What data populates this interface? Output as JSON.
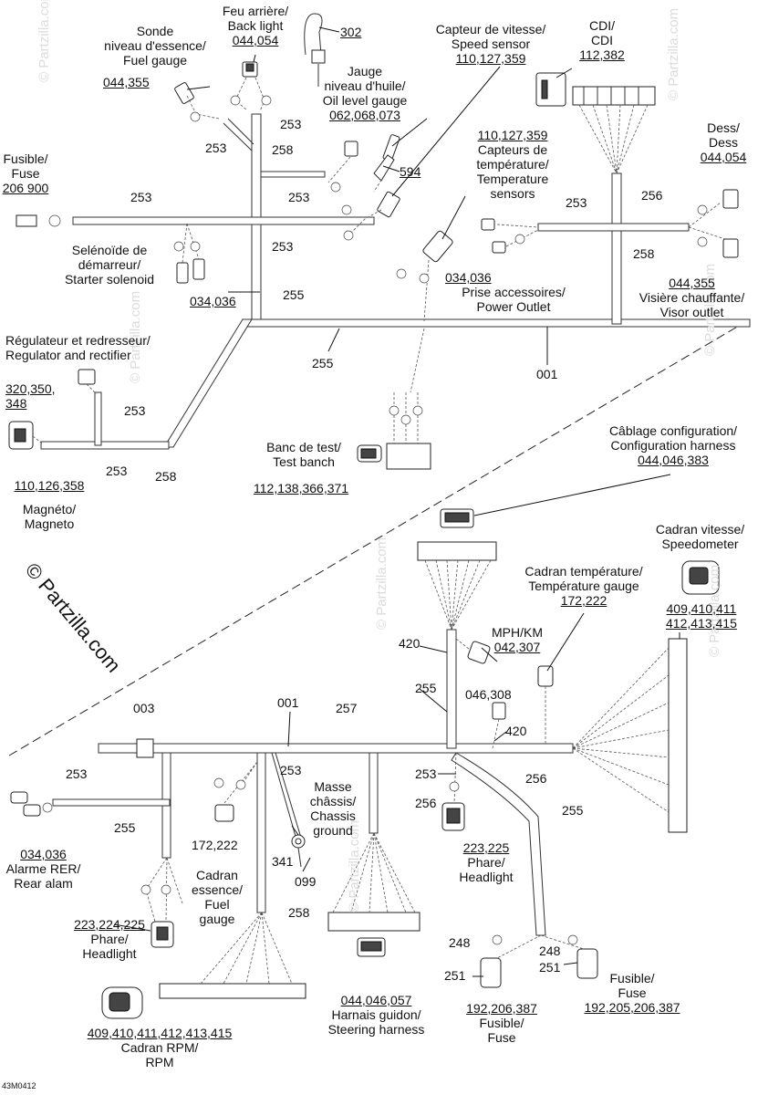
{
  "drawing_code": "43M0412",
  "watermark": "© Partzilla.com",
  "labels": {
    "fuel_gauge": {
      "line1": "Sonde",
      "line2": "niveau d'essence/",
      "line3": "Fuel gauge",
      "refs": "044,355"
    },
    "back_light": {
      "line1": "Feu arrière/",
      "line2": "Back light",
      "refs": "044,054"
    },
    "ref_302": "302",
    "oil_gauge": {
      "line1": "Jauge",
      "line2": "niveau d'huile/",
      "line3": "Oil level gauge",
      "refs": "062,068,073"
    },
    "speed_sensor": {
      "line1": "Capteur de vitesse/",
      "line2": "Speed sensor",
      "refs": "110,127,359"
    },
    "cdi": {
      "line1": "CDI/",
      "line2": "CDI",
      "refs": "112,382"
    },
    "fuse_top": {
      "line1": "Fusible/",
      "line2": "Fuse",
      "refs": "206 900"
    },
    "temp_sensors": {
      "refs": "110,127,359",
      "line1": "Capteurs de",
      "line2": "température/",
      "line3": "Temperature",
      "line4": "sensors"
    },
    "dess": {
      "line1": "Dess/",
      "line2": "Dess",
      "refs": "044,054"
    },
    "ref_594": "594",
    "starter": {
      "line1": "Selénoïde de",
      "line2": "démarreur/",
      "line3": "Starter solenoid",
      "refs": "034,036"
    },
    "power_outlet": {
      "refs": "034,036",
      "line1": "Prise accessoires/",
      "line2": "Power Outlet"
    },
    "visor": {
      "refs": "044,355",
      "line1": "Visière chauffante/",
      "line2": "Visor outlet"
    },
    "regulator": {
      "line1": "Régulateur et redresseur/",
      "line2": "Regulator and rectifier",
      "refs1": "320,350,",
      "refs2": "348"
    },
    "magneto": {
      "refs": "110,126,358",
      "line1": "Magnéto/",
      "line2": "Magneto"
    },
    "test_bench": {
      "line1": "Banc de test/",
      "line2": "Test banch",
      "refs": "112,138,366,371"
    },
    "config_harness": {
      "line1": "Câblage configuration/",
      "line2": "Configuration harness",
      "refs": "044,046,383"
    },
    "speedometer": {
      "line1": "Cadran vitesse/",
      "line2": "Speedometer",
      "refs1": "409,410,411",
      "refs2": "412,413,415"
    },
    "temp_gauge": {
      "line1": "Cadran température/",
      "line2": "Température gauge",
      "refs": "172,222"
    },
    "mph_km": {
      "line1": "MPH/KM",
      "refs": "042,307"
    },
    "rear_alarm": {
      "refs": "034,036",
      "line1": "Alarme RER/",
      "line2": "Rear alam"
    },
    "chassis_ground": {
      "line1": "Masse",
      "line2": "châssis/",
      "line3": "Chassis",
      "line4": "ground"
    },
    "headlight_left": {
      "refs": "223,224,225",
      "line1": "Phare/",
      "line2": "Headlight"
    },
    "headlight_right": {
      "refs": "223,225",
      "line1": "Phare/",
      "line2": "Headlight"
    },
    "fuel_dial": {
      "line1": "Cadran",
      "line2": "essence/",
      "line3": "Fuel",
      "line4": "gauge"
    },
    "rpm": {
      "refs": "409,410,411,412,413,415",
      "line1": "Cadran RPM/",
      "line2": "RPM"
    },
    "steering": {
      "refs": "044,046,057",
      "line1": "Harnais guidon/",
      "line2": "Steering harness"
    },
    "fuse_bottom_left": {
      "refs": "192,206,387",
      "line1": "Fusible/",
      "line2": "Fuse"
    },
    "fuse_bottom_right": {
      "refs": "192,205,206,387",
      "line1": "Fusible/",
      "line2": "Fuse"
    },
    "ref_172_222_left": "172,222",
    "ref_046_308": "046,308"
  },
  "part_numbers": {
    "r253": "253",
    "r258": "258",
    "r255": "255",
    "r256": "256",
    "r257": "257",
    "r001": "001",
    "r003": "003",
    "r420": "420",
    "r341": "341",
    "r099": "099",
    "r248": "248",
    "r251": "251"
  }
}
